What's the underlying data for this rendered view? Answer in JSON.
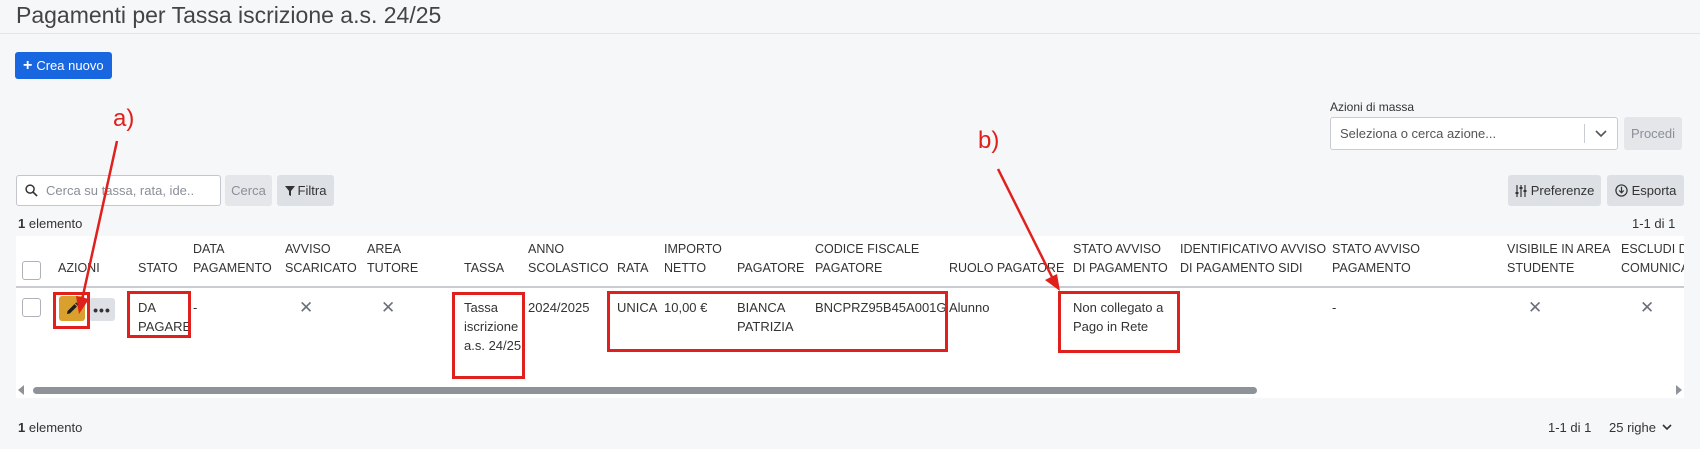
{
  "page": {
    "title": "Pagamenti per Tassa iscrizione a.s. 24/25"
  },
  "toolbar": {
    "create_label": "Crea nuovo"
  },
  "mass_actions": {
    "label": "Azioni di massa",
    "placeholder": "Seleziona o cerca azione...",
    "proceed_label": "Procedi"
  },
  "search": {
    "placeholder": "Cerca su tassa, rata, ide..",
    "search_label": "Cerca",
    "filter_label": "Filtra"
  },
  "table_tools": {
    "preferences_label": "Preferenze",
    "export_label": "Esporta"
  },
  "summary": {
    "count_number": "1",
    "count_word": "elemento",
    "range": "1-1 di 1",
    "rows_per_page": "25 righe"
  },
  "table": {
    "headers": {
      "azioni": "AZIONI",
      "stato": "STATO",
      "data_pagamento": "DATA PAGAMENTO",
      "avviso_scaricato": "AVVISO SCARICATO",
      "visibile_tutore": "VISIBILE IN AREA TUTORE",
      "tassa": "TASSA",
      "anno": "ANNO SCOLASTICO",
      "rata": "RATA",
      "importo": "IMPORTO NETTO",
      "pagatore": "PAGATORE",
      "codice_fiscale": "CODICE FISCALE PAGATORE",
      "ruolo": "RUOLO PAGATORE",
      "stato_avviso": "STATO AVVISO DI PAGAMENTO",
      "identificativo": "IDENTIFICATIVO AVVISO DI PAGAMENTO SIDI",
      "data_verifica": "DATA ULTIMA VERIFICA STATO AVVISO PAGAMENTO",
      "visibile_studente": "VISIBILE IN AREA STUDENTE",
      "escludi": "ESCLUDI DA COMUNICAZ"
    },
    "row": {
      "stato": "DA PAGARE",
      "data_pagamento": "-",
      "tassa": "Tassa iscrizione a.s. 24/25",
      "anno": "2024/2025",
      "rata": "UNICA",
      "importo": "10,00 €",
      "pagatore": "BIANCA PATRIZIA",
      "codice_fiscale": "BNCPRZ95B45A001G",
      "ruolo": "Alunno",
      "stato_avviso": "Non collegato a Pago in Rete",
      "data_verifica": "-",
      "cross": "✕"
    }
  },
  "annotations": {
    "a": "a)",
    "b": "b)",
    "color": "#e0201c"
  }
}
